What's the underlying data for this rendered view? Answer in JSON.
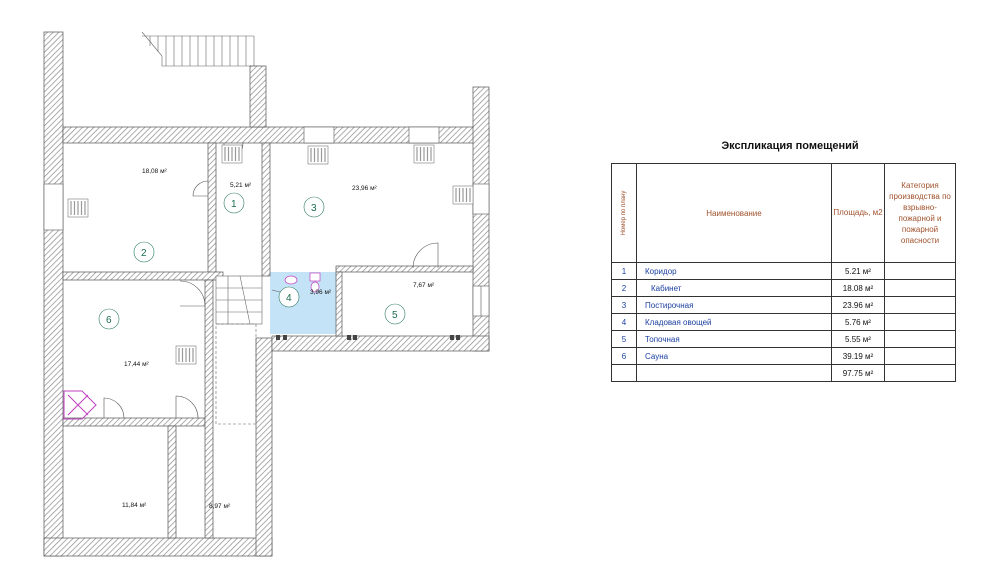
{
  "rooms_plan": {
    "areas": [
      {
        "id": "a1",
        "text": "5,21 м²"
      },
      {
        "id": "a2",
        "text": "18,08 м²"
      },
      {
        "id": "a3",
        "text": "23,96 м²"
      },
      {
        "id": "a4",
        "text": "3,96 м²"
      },
      {
        "id": "a5",
        "text": "7,67 м²"
      },
      {
        "id": "a6",
        "text": "17,44 м²"
      },
      {
        "id": "a7",
        "text": "11,84 м²"
      },
      {
        "id": "a8",
        "text": "8,97 м²"
      }
    ],
    "numbers": [
      "1",
      "2",
      "3",
      "4",
      "5",
      "6"
    ],
    "colors": {
      "wall_hatch": "#888888",
      "bathroom": "#c5e3f7",
      "room_number": "#1a6b4e",
      "sauna_mark": "#c040c0"
    }
  },
  "explication": {
    "title": "Экспликация помещений",
    "headers": {
      "num": "Номер по плану",
      "name": "Наименование",
      "area": "Площадь, м2",
      "category": "Категория производства по взрывно-пожарной и пожарной опасности"
    },
    "rows": [
      {
        "n": "1",
        "name": "Коридор",
        "area": "5.21 м²"
      },
      {
        "n": "2",
        "name": "Кабинет",
        "area": "18.08 м²"
      },
      {
        "n": "3",
        "name": "Постирочная",
        "area": "23.96 м²"
      },
      {
        "n": "4",
        "name": "Кладовая овощей",
        "area": "5.76 м²"
      },
      {
        "n": "5",
        "name": "Топочная",
        "area": "5.55 м²"
      },
      {
        "n": "6",
        "name": "Сауна",
        "area": "39.19 м²"
      }
    ],
    "total": "97.75 м²",
    "colors": {
      "header_text": "#a0522d",
      "row_text": "#1a3fa0"
    }
  }
}
